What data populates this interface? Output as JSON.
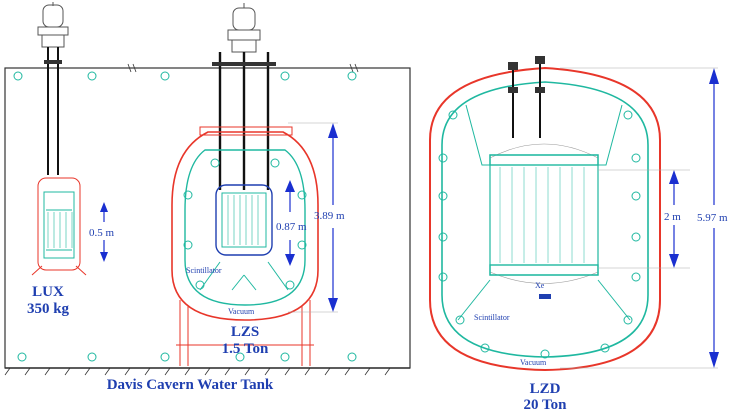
{
  "labels": {
    "lux_name": "LUX",
    "lux_mass": "350 kg",
    "lux_dim": "0.5 m",
    "lzs_name": "LZS",
    "lzs_mass": "1.5 Ton",
    "lzs_inner_dim": "0.87 m",
    "lzs_outer_dim": "3.89 m",
    "lzs_scintillator": "Scintillator",
    "lzs_vacuum": "Vacuum",
    "tank_caption": "Davis Cavern Water Tank",
    "lzd_name": "LZD",
    "lzd_mass": "20 Ton",
    "lzd_inner_dim": "2 m",
    "lzd_outer_dim": "5.97 m",
    "lzd_xe": "Xe",
    "lzd_scintillator": "Scintillator",
    "lzd_vacuum": "Vacuum"
  },
  "colors": {
    "outline": "#333333",
    "vessel_red": "#e8362a",
    "teal": "#1fb8a0",
    "blue": "#1f3fb0",
    "arrow_blue": "#1a2fd0"
  }
}
